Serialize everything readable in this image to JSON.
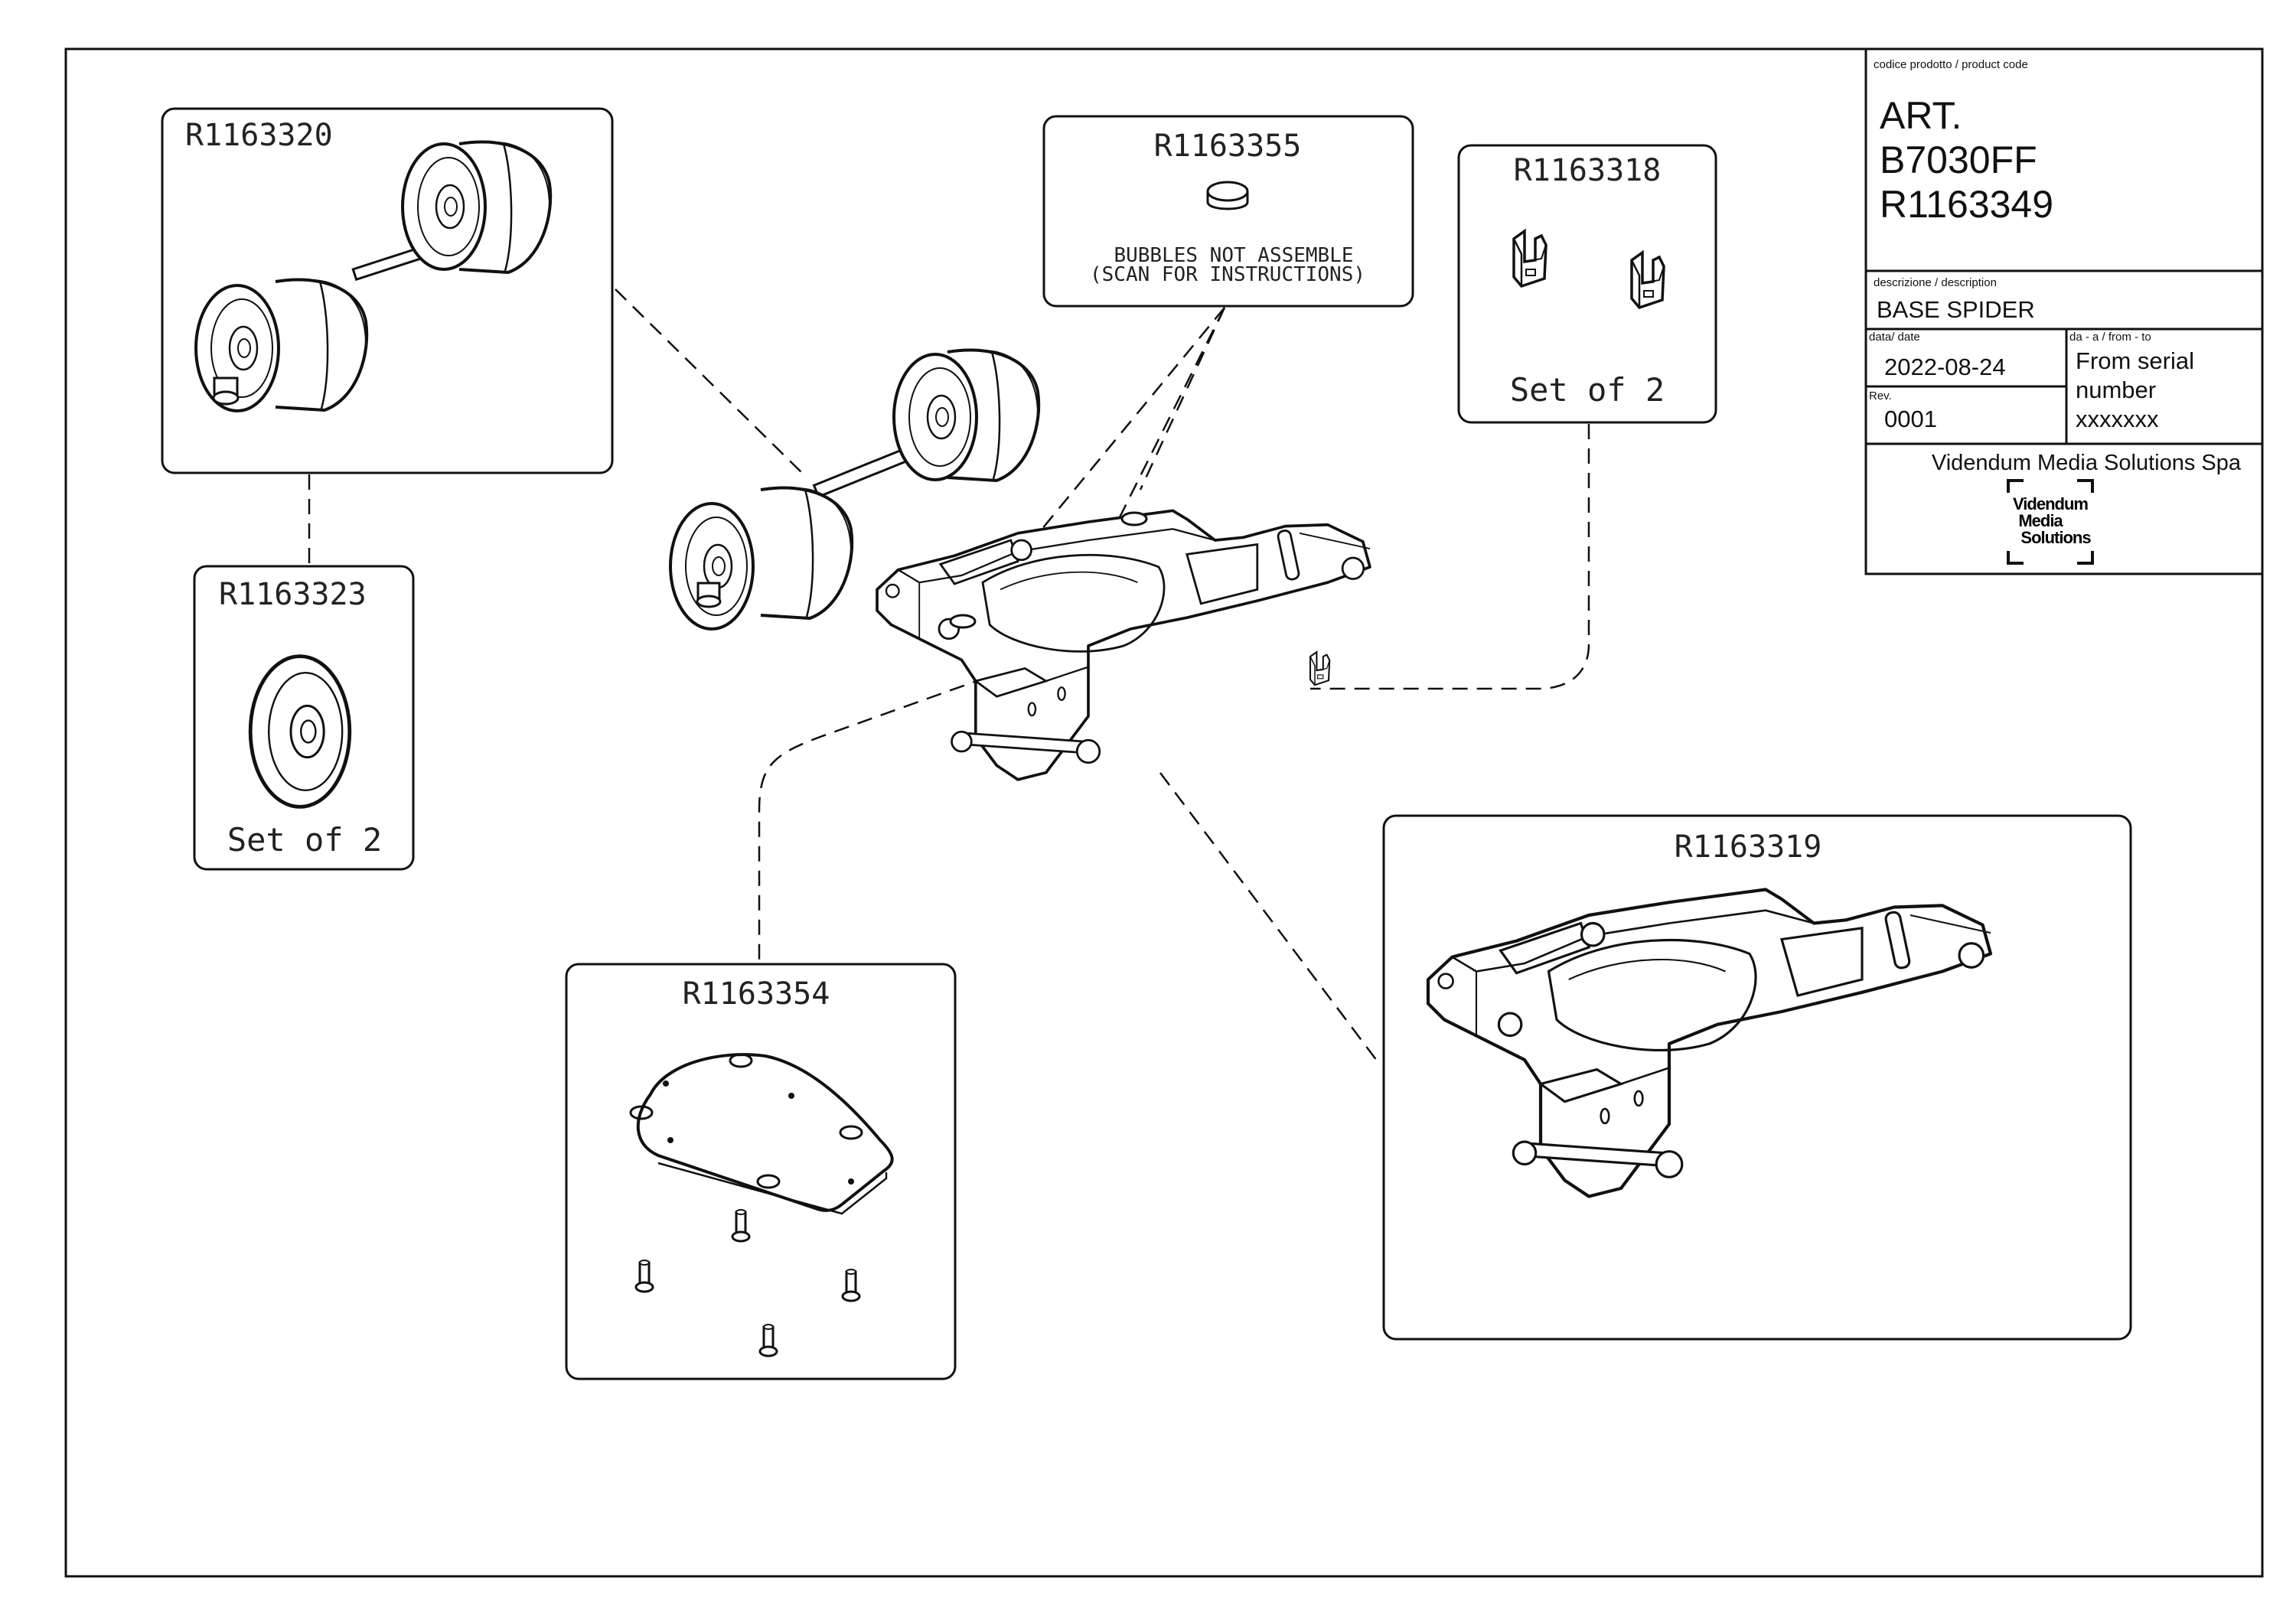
{
  "title_block": {
    "product_code_label": "codice prodotto / product code",
    "art_lines": [
      "ART.",
      "B7030FF",
      "R1163349"
    ],
    "description_label": "descrizione / description",
    "description": "BASE SPIDER",
    "date_label": "data/ date",
    "date": "2022-08-24",
    "from_to_label": "da - a / from - to",
    "from_to_lines": [
      "From serial",
      "number",
      "xxxxxxx"
    ],
    "rev_label": "Rev.",
    "rev": "0001",
    "company": "Videndum Media Solutions Spa",
    "logo_lines": [
      "Videndum",
      "Media",
      "Solutions"
    ]
  },
  "parts": {
    "wheel_axle": {
      "code": "R1163320"
    },
    "single_wheel": {
      "code": "R1163323",
      "note": "Set of 2"
    },
    "bubble": {
      "code": "R1163355",
      "note_lines": [
        "BUBBLES NOT ASSEMBLE",
        "(SCAN FOR INSTRUCTIONS)"
      ]
    },
    "clips": {
      "code": "R1163318",
      "note": "Set of 2"
    },
    "plate": {
      "code": "R1163354"
    },
    "frame": {
      "code": "R1163319"
    }
  },
  "icons": [
    "wheel-icon",
    "bubble-level-icon",
    "clip-icon",
    "plate-icon",
    "screw-icon",
    "frame-icon",
    "logo-icon"
  ]
}
